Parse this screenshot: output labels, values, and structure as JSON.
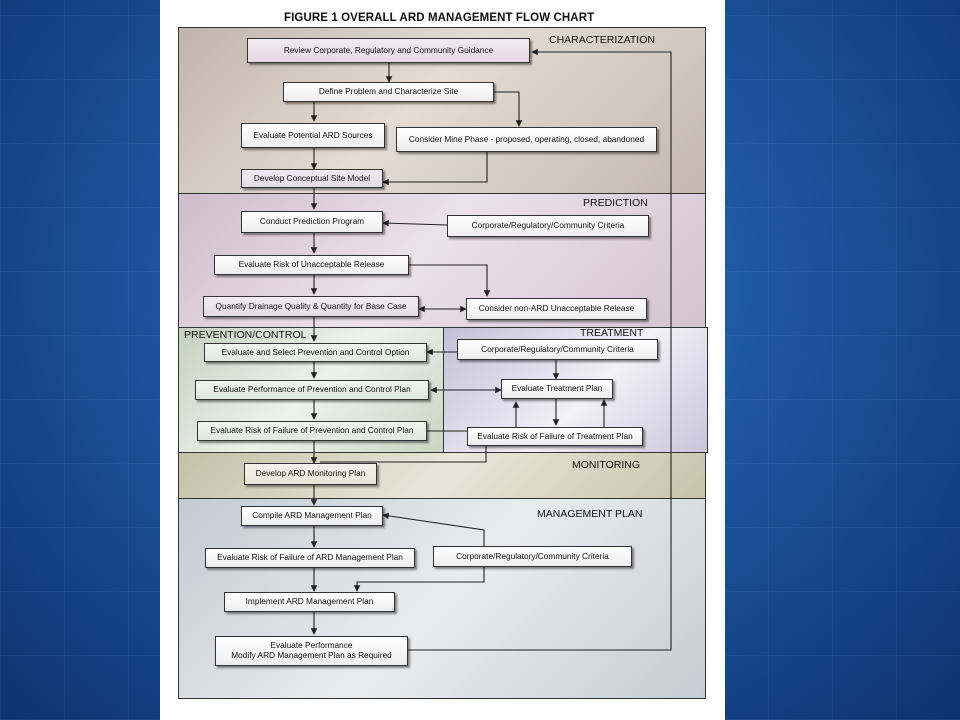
{
  "figure": {
    "title": "FIGURE 1 OVERALL ARD MANAGEMENT FLOW CHART"
  },
  "sections": {
    "characterization": "CHARACTERIZATION",
    "prediction": "PREDICTION",
    "prevention_control": "PREVENTION/CONTROL",
    "treatment": "TREATMENT",
    "monitoring": "MONITORING",
    "management_plan": "MANAGEMENT PLAN"
  },
  "section_colors": {
    "characterization": "#c7bdb3",
    "prediction": "#d6c7d3",
    "prevention_control": "#d2dccd",
    "treatment": "#cdcadc",
    "monitoring": "#cdcbb5",
    "management_plan": "#cad0d6"
  },
  "boxes": {
    "review_guidance": "Review Corporate, Regulatory and Community Guidance",
    "define_problem": "Define Problem and Characterize Site",
    "evaluate_sources": "Evaluate Potential ARD Sources",
    "consider_mine_phase": "Consider Mine Phase - proposed, operating, closed, abandoned",
    "develop_model": "Develop Conceptual Site Model",
    "conduct_prediction": "Conduct Prediction Program",
    "criteria_prediction": "Corporate/Regulatory/Community Criteria",
    "evaluate_risk_release": "Evaluate Risk of Unacceptable Release",
    "quantify_drainage": "Quantify Drainage Quality & Quantity for Base Case",
    "consider_non_ard": "Consider non-ARD Unacceptable Release",
    "evaluate_select_prevention": "Evaluate and Select Prevention and Control Option",
    "criteria_treatment": "Corporate/Regulatory/Community Criteria",
    "evaluate_performance_prevention": "Evaluate Performance of Prevention and Control Plan",
    "evaluate_treatment_plan": "Evaluate Treatment Plan",
    "risk_failure_prevention": "Evaluate Risk of Failure of Prevention and Control Plan",
    "risk_failure_treatment": "Evaluate Risk of Failure of Treatment Plan",
    "develop_monitoring": "Develop ARD Monitoring Plan",
    "compile_plan": "Compile ARD Management Plan",
    "risk_failure_management": "Evaluate Risk of Failure of ARD Management Plan",
    "criteria_management": "Corporate/Regulatory/Community Criteria",
    "implement_plan": "Implement ARD Management Plan",
    "evaluate_performance_line1": "Evaluate Performance",
    "evaluate_performance_line2": "Modify ARD Management Plan as Required"
  }
}
